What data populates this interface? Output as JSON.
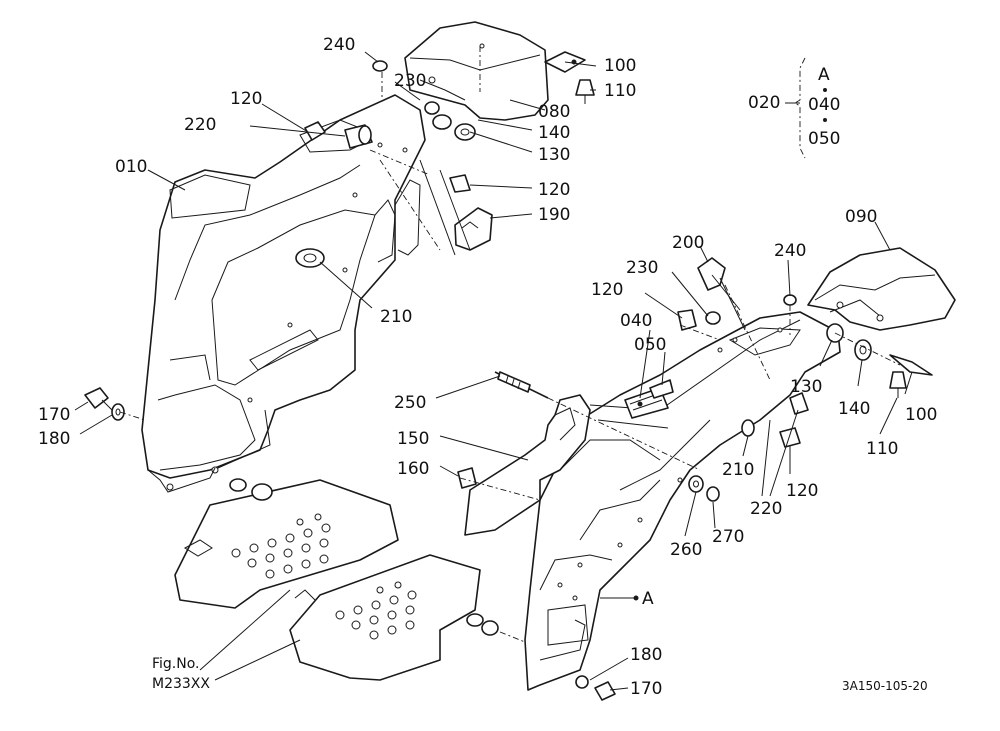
{
  "diagram": {
    "callouts": {
      "p240_l": "240",
      "p230_l": "230",
      "p120_l": "120",
      "p220_l": "220",
      "p010": "010",
      "p100_l": "100",
      "p110_l": "110",
      "p080": "080",
      "p140_l": "140",
      "p130_l": "130",
      "p120_l2": "120",
      "p190": "190",
      "p210_l": "210",
      "p170_l": "170",
      "p180_l": "180",
      "p090": "090",
      "p200": "200",
      "p240_r": "240",
      "p230_r": "230",
      "p120_r": "120",
      "p040": "040",
      "p050": "050",
      "p250": "250",
      "p150": "150",
      "p160": "160",
      "p130_r": "130",
      "p140_r": "140",
      "p100_r": "100",
      "p110_r": "110",
      "p210_r": "210",
      "p220_r": "220",
      "p120_r2": "120",
      "p260": "260",
      "p270": "270",
      "p180_r": "180",
      "p170_r": "170",
      "pA": "A"
    },
    "legend": {
      "group": "020",
      "items": [
        "A",
        "040",
        "050"
      ]
    },
    "fig_label": "Fig.No.",
    "fig_number": "M233XX",
    "drawing_code": "3A150-105-20"
  }
}
